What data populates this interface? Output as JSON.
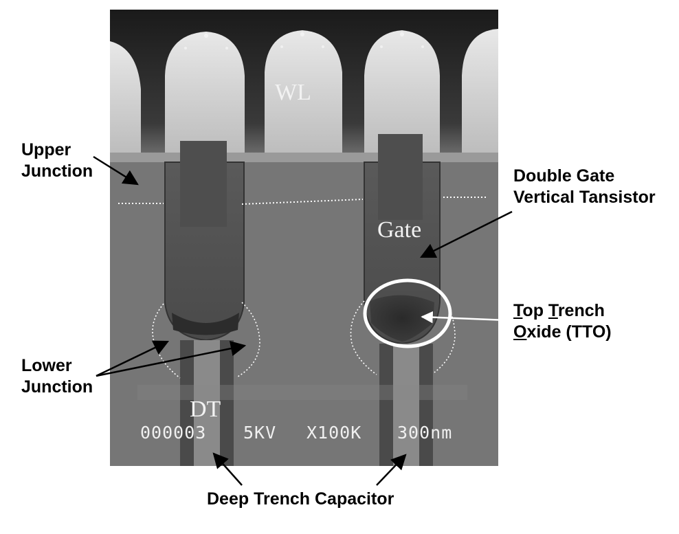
{
  "diagram": {
    "image_labels": {
      "wl": "WL",
      "gate": "Gate",
      "dt": "DT"
    },
    "scale_bar": {
      "id": "000003",
      "voltage": "5KV",
      "magnification": "X100K",
      "scale": "300nm"
    },
    "callouts": {
      "upper_junction_line1": "Upper",
      "upper_junction_line2": "Junction",
      "double_gate_line1": "Double Gate",
      "double_gate_line2": "Vertical Tansistor",
      "tto_line1_u": "T",
      "tto_line1_a": "op ",
      "tto_line1_b_u": "T",
      "tto_line1_b": "rench",
      "tto_line2_u": "O",
      "tto_line2": "xide (TTO)",
      "lower_junction_line1": "Lower",
      "lower_junction_line2": "Junction",
      "deep_trench": "Deep Trench Capacitor"
    }
  }
}
